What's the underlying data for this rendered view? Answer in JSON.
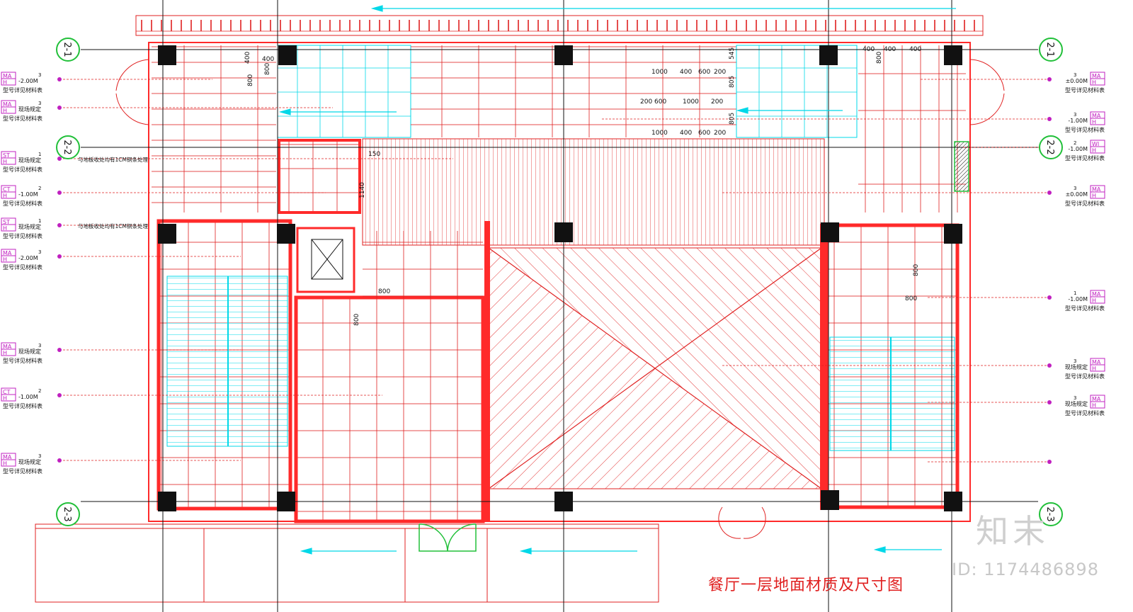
{
  "drawing": {
    "title": "餐厅一层地面材质及尺寸图",
    "brand": "知末",
    "image_id": "ID: 1174486898"
  },
  "grid_bubbles": [
    {
      "id": "b1",
      "text": "2-1"
    },
    {
      "id": "b2",
      "text": "2-1"
    },
    {
      "id": "b3",
      "text": "2-2"
    },
    {
      "id": "b4",
      "text": "2-2"
    },
    {
      "id": "b5",
      "text": "2-3"
    },
    {
      "id": "b6",
      "text": "2-3"
    }
  ],
  "left_tags": [
    {
      "code1": "MA",
      "code2": "H",
      "num": "3",
      "level": "-2.00M",
      "note": "型号详见材料表"
    },
    {
      "code1": "MA",
      "code2": "H",
      "num": "3",
      "level": "现场规定",
      "note": "型号详见材料表"
    },
    {
      "code1": "ST",
      "code2": "H",
      "num": "1",
      "level": "现场规定",
      "note": "型号详见材料表",
      "remark": "与地板收处均有1CM铜条处理"
    },
    {
      "code1": "CT",
      "code2": "H",
      "num": "2",
      "level": "-1.00M",
      "note": "型号详见材料表"
    },
    {
      "code1": "ST",
      "code2": "H",
      "num": "1",
      "level": "现场规定",
      "note": "型号详见材料表",
      "remark": "与地板收处均有1CM铜条处理"
    },
    {
      "code1": "MA",
      "code2": "H",
      "num": "3",
      "level": "-2.00M",
      "note": "型号详见材料表"
    },
    {
      "code1": "MA",
      "code2": "H",
      "num": "3",
      "level": "现场规定",
      "note": "型号详见材料表"
    },
    {
      "code1": "CT",
      "code2": "H",
      "num": "2",
      "level": "-1.00M",
      "note": "型号详见材料表"
    },
    {
      "code1": "MA",
      "code2": "H",
      "num": "3",
      "level": "现场规定",
      "note": "型号详见材料表"
    }
  ],
  "right_tags": [
    {
      "code1": "MA",
      "code2": "H",
      "num": "3",
      "level": "±0.00M",
      "note": "型号详见材料表"
    },
    {
      "code1": "MA",
      "code2": "H",
      "num": "3",
      "level": "-1.00M",
      "note": "型号详见材料表"
    },
    {
      "code1": "WI",
      "code2": "H",
      "num": "2",
      "level": "-1.00M",
      "note": "型号详见材料表"
    },
    {
      "code1": "MA",
      "code2": "H",
      "num": "3",
      "level": "±0.00M",
      "note": "型号详见材料表"
    },
    {
      "code1": "MA",
      "code2": "H",
      "num": "1",
      "level": "-1.00M",
      "note": "型号详见材料表"
    },
    {
      "code1": "MA",
      "code2": "H",
      "num": "3",
      "level": "现场规定",
      "note": "型号详见材料表"
    },
    {
      "code1": "MA",
      "code2": "H",
      "num": "3",
      "level": "现场规定",
      "note": "型号详见材料表"
    }
  ],
  "dimensions": {
    "d400a": "400",
    "d800a": "800",
    "d400b": "400",
    "d800b": "800",
    "d1000a": "1000",
    "d400c": "400",
    "d600a": "600",
    "d200a": "200",
    "d200b": "200",
    "d600b": "600",
    "d1000b": "1000",
    "d200c": "200",
    "d1000c": "1000",
    "d400d": "400",
    "d600c": "600",
    "d200d": "200",
    "d545": "545",
    "d805a": "805",
    "d805b": "805",
    "d400e": "400",
    "d400f": "400",
    "d400g": "400",
    "d800c": "800",
    "d150": "150",
    "d1140": "1140",
    "d800d": "800",
    "d800e": "800",
    "d800f": "800",
    "d800g": "800"
  },
  "colors": {
    "wall": "#ff2a2a",
    "tile": "#e02020",
    "cyan": "#00d8e8",
    "green": "#22c03a",
    "magenta": "#c020c0",
    "black": "#111111"
  }
}
